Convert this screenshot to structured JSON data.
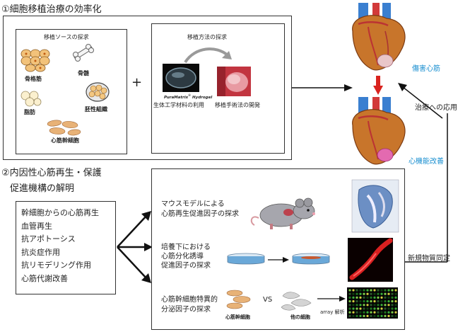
{
  "section1": {
    "title": "①細胞移植治療の効率化",
    "sources_box": {
      "header": "移植ソースの探求",
      "items": [
        "骨髄",
        "骨格筋",
        "脂肪",
        "胚性組織",
        "心筋幹細胞"
      ]
    },
    "plus": "+",
    "methods_box": {
      "header": "移植方法の探求",
      "product": "PuraMatrix",
      "product_mark": "®",
      "product_suffix": " Hydrogel",
      "caption_left": "生体工学材料の利用",
      "caption_right": "移植手術法の開発"
    },
    "heart_top_label": "傷害心筋",
    "heart_bottom_label": "心機能改善",
    "clinical_label": "治療への応用"
  },
  "section2": {
    "title_line1": "②内因性心筋再生・保護",
    "title_line2": "促進機構の解明",
    "mechanisms": [
      "幹細胞からの心筋再生",
      "血管再生",
      "抗アポトーシス",
      "抗炎症作用",
      "抗リモデリング作用",
      "心筋代謝改善"
    ],
    "research": {
      "mouse": [
        "マウスモデルによる",
        "心筋再生促進因子の探求"
      ],
      "culture": [
        "培養下における",
        "心筋分化誘導",
        "促進因子の探求"
      ],
      "secretion": [
        "心筋幹細胞特異的",
        "分泌因子の探求"
      ],
      "cell_left": "心筋幹細胞",
      "vs": "VS",
      "cell_right": "他の細胞",
      "array": "array 解析"
    },
    "new_substance": "新規物質同定"
  },
  "colors": {
    "arrow_red": "#d9231e",
    "label_blue": "#1a8fd0"
  }
}
